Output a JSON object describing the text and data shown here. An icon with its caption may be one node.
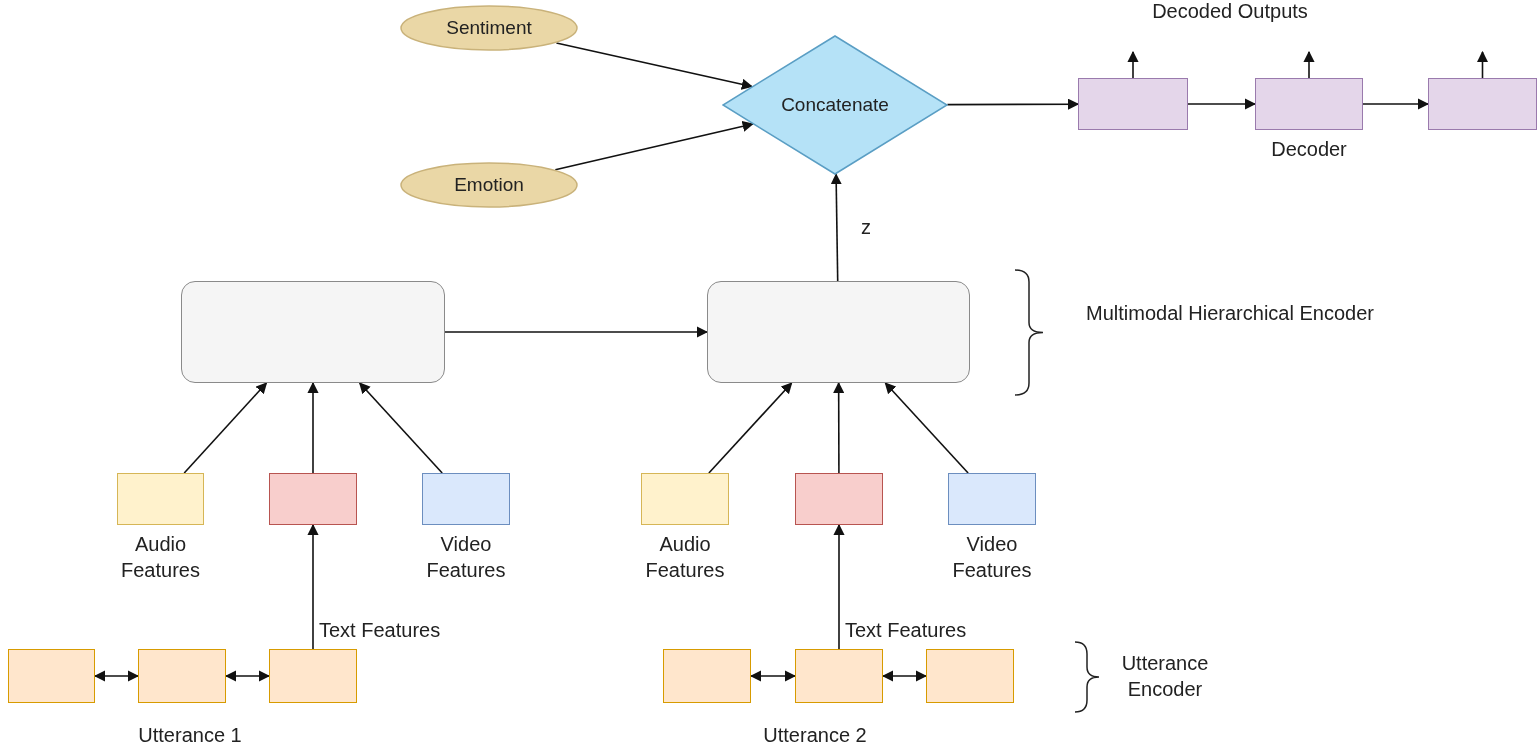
{
  "diagram": {
    "nodes": [
      {
        "text": [
          "Sentiment"
        ]
      },
      {
        "text": [
          "Emotion"
        ]
      },
      {
        "text": [
          "Concatenate"
        ]
      },
      {
        "text": [],
        "shape": "box"
      },
      {
        "text": [],
        "shape": "box",
        "beside": [
          "Decoder"
        ]
      },
      {
        "text": [],
        "shape": "box"
      },
      {
        "text": [],
        "shape": "box"
      },
      {
        "text": [],
        "shape": "box"
      },
      {
        "text": [],
        "shape": "box",
        "beside": [
          "Audio Features"
        ]
      },
      {
        "text": [],
        "shape": "box"
      },
      {
        "text": [],
        "shape": "box",
        "beside": [
          "Video Features"
        ]
      },
      {
        "text": [],
        "shape": "box",
        "beside": [
          "Audio Features"
        ]
      },
      {
        "text": [],
        "shape": "box"
      },
      {
        "text": [],
        "shape": "box",
        "beside": [
          "Video Features"
        ]
      },
      {
        "text": [],
        "shape": "box"
      },
      {
        "text": [],
        "shape": "box"
      },
      {
        "text": [],
        "shape": "box"
      },
      {
        "text": [],
        "shape": "box"
      },
      {
        "text": [],
        "shape": "box"
      },
      {
        "text": [],
        "shape": "box"
      }
    ],
    "edges": [
      {
        "from": 0,
        "to": 2,
        "arrow": "to"
      },
      {
        "from": 1,
        "to": 2,
        "arrow": "to"
      },
      {
        "from": 7,
        "to": 2,
        "arrow": "to",
        "label": "z"
      },
      {
        "from": 2,
        "to": 3,
        "arrow": "to"
      },
      {
        "from": 3,
        "to": 4,
        "arrow": "to"
      },
      {
        "from": 4,
        "to": 5,
        "arrow": "to"
      },
      {
        "from": 3,
        "to": null,
        "arrow": "to"
      },
      {
        "from": 4,
        "to": null,
        "arrow": "to"
      },
      {
        "from": 5,
        "to": null,
        "arrow": "to"
      },
      {
        "from": 6,
        "to": 7,
        "arrow": "to"
      },
      {
        "from": 8,
        "to": 6,
        "arrow": "to"
      },
      {
        "from": 9,
        "to": 6,
        "arrow": "to"
      },
      {
        "from": 10,
        "to": 6,
        "arrow": "to"
      },
      {
        "from": 11,
        "to": 7,
        "arrow": "to"
      },
      {
        "from": 12,
        "to": 7,
        "arrow": "to"
      },
      {
        "from": 13,
        "to": 7,
        "arrow": "to"
      },
      {
        "from": 16,
        "to": 9,
        "arrow": "to",
        "label": "Text Features"
      },
      {
        "from": 18,
        "to": 12,
        "arrow": "to",
        "label": "Text Features"
      },
      {
        "from": 14,
        "to": 15,
        "arrow": "both"
      },
      {
        "from": 15,
        "to": 16,
        "arrow": "both"
      },
      {
        "from": 17,
        "to": 18,
        "arrow": "both"
      },
      {
        "from": 18,
        "to": 19,
        "arrow": "both"
      }
    ],
    "labels": [
      "Decoded Outputs",
      "Multimodal Hierarchical Encoder",
      "Utterance Encoder",
      "Utterance 1",
      "Utterance 2"
    ]
  }
}
